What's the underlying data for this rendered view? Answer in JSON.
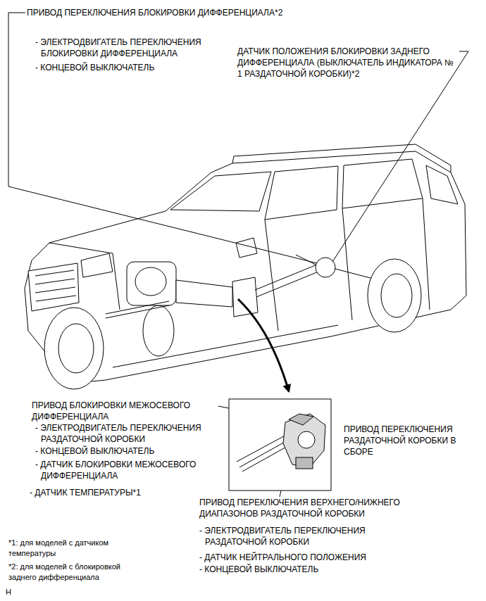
{
  "diagram": {
    "labels": [
      "ПРИВОД ПЕРЕКЛЮЧЕНИЯ БЛОКИРОВКИ ДИФФЕРЕНЦИАЛА*2",
      "- ЭЛЕКТРОДВИГАТЕЛЬ ПЕРЕКЛЮЧЕНИЯ БЛОКИРОВКИ ДИФФЕРЕНЦИАЛА",
      "- КОНЦЕВОЙ ВЫКЛЮЧАТЕЛЬ",
      "ДАТЧИК ПОЛОЖЕНИЯ БЛОКИРОВКИ ЗАДНЕГО ДИФФЕРЕНЦИАЛА (ВЫКЛЮЧАТЕЛЬ ИНДИКАТОРА № 1 РАЗДАТОЧНОЙ КОРОБКИ)*2",
      "ПРИВОД БЛОКИРОВКИ МЕЖОСЕВОГО ДИФФЕРЕНЦИАЛА",
      "- ЭЛЕКТРОДВИГАТЕЛЬ ПЕРЕКЛЮЧЕНИЯ РАЗДАТОЧНОЙ КОРОБКИ",
      "- КОНЦЕВОЙ ВЫКЛЮЧАТЕЛЬ",
      "- ДАТЧИК БЛОКИРОВКИ МЕЖОСЕВОГО ДИФФЕРЕНЦИАЛА",
      "- ДАТЧИК ТЕМПЕРАТУРЫ*1",
      "ПРИВОД ПЕРЕКЛЮЧЕНИЯ РАЗДАТОЧНОЙ КОРОБКИ В СБОРЕ",
      "ПРИВОД ПЕРЕКЛЮЧЕНИЯ ВЕРХНЕГО/НИЖНЕГО ДИАПАЗОНОВ РАЗДАТОЧНОЙ КОРОБКИ",
      "- ЭЛЕКТРОДВИГАТЕЛЬ ПЕРЕКЛЮЧЕНИЯ РАЗДАТОЧНОЙ КОРОБКИ",
      "- ДАТЧИК НЕЙТРАЛЬНОГО ПОЛОЖЕНИЯ",
      "- КОНЦЕВОЙ ВЫКЛЮЧАТЕЛЬ",
      "*1: для моделей с датчиком температуры",
      "*2: для моделей с блокировкой заднего дифференциала",
      "H"
    ]
  }
}
